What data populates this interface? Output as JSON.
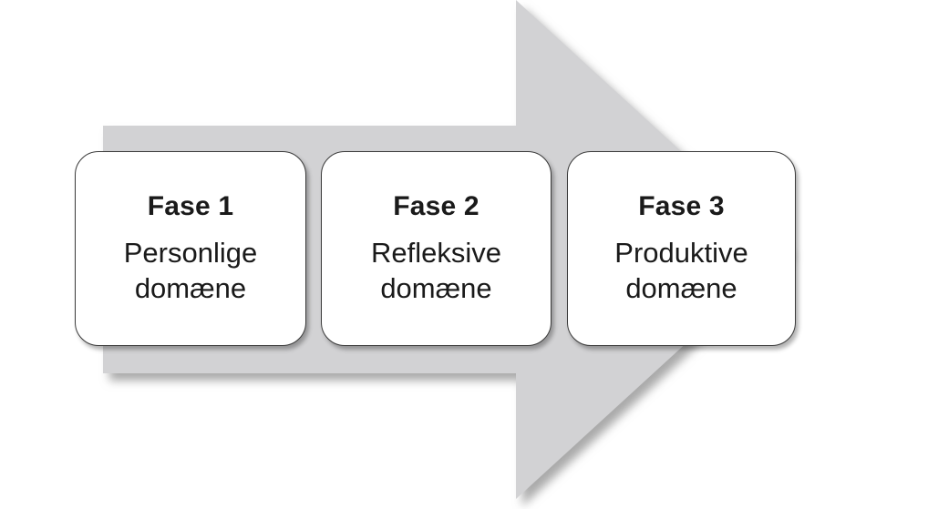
{
  "diagram": {
    "type": "process-arrow",
    "title": "",
    "arrow": {
      "name": "right-arrow",
      "direction": "right",
      "fill_color": "#d2d2d4",
      "shadow_color": "#9a9a9a"
    },
    "phases": [
      {
        "id": "phase-1",
        "title": "Fase 1",
        "body_lines": [
          "Personlige",
          "domæne"
        ]
      },
      {
        "id": "phase-2",
        "title": "Fase 2",
        "body_lines": [
          "Refleksive",
          "domæne"
        ]
      },
      {
        "id": "phase-3",
        "title": "Fase 3",
        "body_lines": [
          "Produktive",
          "domæne"
        ]
      }
    ]
  }
}
